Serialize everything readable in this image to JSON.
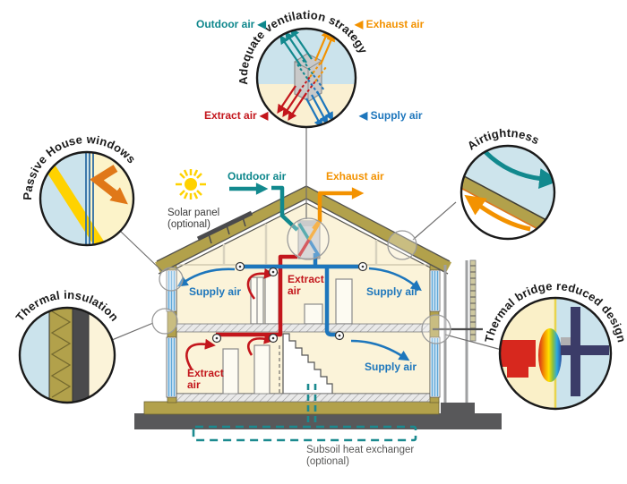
{
  "callouts": {
    "windows": {
      "title": "Passive House windows"
    },
    "ventilation": {
      "title": "Adequate ventilation strategy",
      "outdoor": "Outdoor air ◀",
      "exhaust": "◀ Exhaust air",
      "extract": "Extract air ◀",
      "supply": "◀ Supply air"
    },
    "airtightness": {
      "title": "Airtightness"
    },
    "insulation": {
      "title": "Thermal insulation"
    },
    "thermal_bridge": {
      "title": "Thermal bridge reduced design"
    }
  },
  "house": {
    "outdoor_air": "Outdoor air",
    "exhaust_air": "Exhaust air",
    "supply_air_upper_left": "Supply air",
    "extract_air_upper": "Extract air",
    "supply_air_upper_right": "Supply air",
    "extract_air_lower": "Extract air",
    "supply_air_lower": "Supply air",
    "solar_panel_line1": "Solar panel",
    "solar_panel_line2": "(optional)",
    "subsoil_line1": "Subsoil heat exchanger",
    "subsoil_line2": "(optional)"
  },
  "colors": {
    "teal": "#0E878C",
    "orange": "#F39200",
    "red": "#C3161C",
    "blue": "#1D76BC",
    "yellow": "#FFD200",
    "olive": "#B2A14B",
    "cream": "#FBF3D9",
    "light_blue": "#CBE3EC",
    "dark_gray": "#58585A"
  }
}
